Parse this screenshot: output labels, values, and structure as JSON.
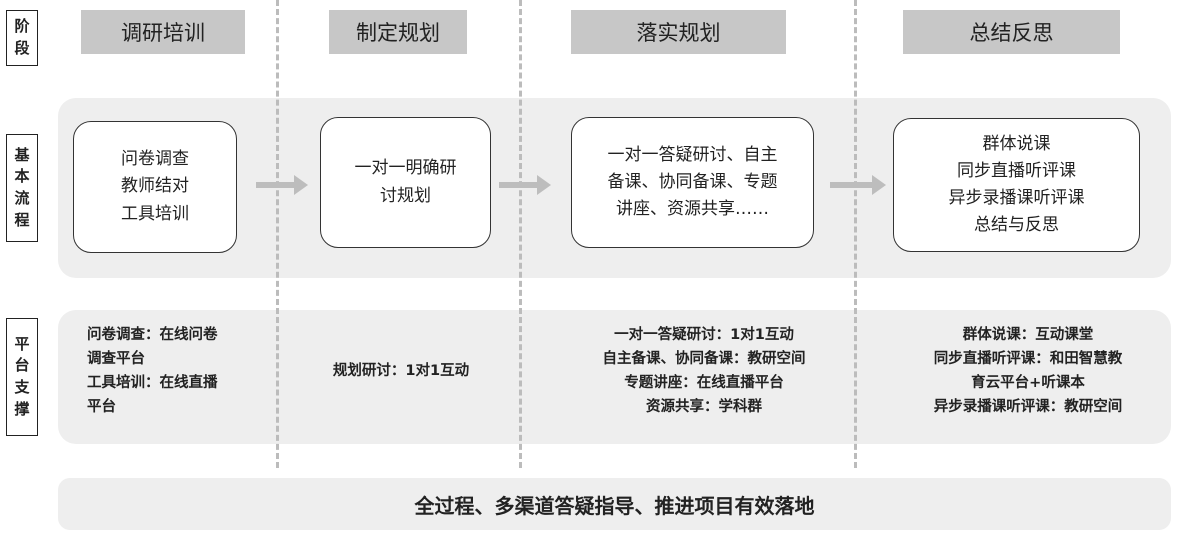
{
  "rows": {
    "stage_label": "阶段",
    "flow_label": "基本流程",
    "platform_label": "平台支撑"
  },
  "stages": [
    "调研培训",
    "制定规划",
    "落实规划",
    "总结反思"
  ],
  "flow": {
    "step1": [
      "问卷调查",
      "教师结对",
      "工具培训"
    ],
    "step2": [
      "一对一明确研",
      "讨规划"
    ],
    "step3": [
      "一对一答疑研讨、自主",
      "备课、协同备课、专题",
      "讲座、资源共享……"
    ],
    "step4": [
      "群体说课",
      "同步直播听评课",
      "异步录播课听评课",
      "总结与反思"
    ]
  },
  "platform": {
    "col1": [
      "问卷调查：在线问卷",
      "调查平台",
      "工具培训：在线直播",
      "平台"
    ],
    "col2": [
      "规划研讨：1对1互动"
    ],
    "col3": [
      "一对一答疑研讨：1对1互动",
      "自主备课、协同备课：教研空间",
      "专题讲座：在线直播平台",
      "资源共享：学科群"
    ],
    "col4": [
      "群体说课：互动课堂",
      "同步直播听评课：和田智慧教",
      "育云平台+听课本",
      "异步录播课听评课：教研空间"
    ]
  },
  "banner": "全过程、多渠道答疑指导、推进项目有效落地",
  "colors": {
    "stage_bg": "#c7c7c7",
    "panel_bg": "#eeeeee",
    "arrow": "#bdbdbd",
    "dash": "#bcbcbc"
  }
}
